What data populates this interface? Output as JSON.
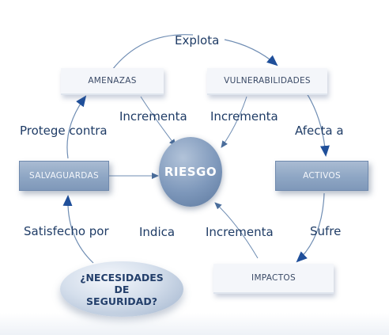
{
  "nodes": {
    "amenazas": "AMENAZAS",
    "vulnerabilidades": "VULNERABILIDADES",
    "salvaguardas": "SALVAGUARDAS",
    "activos": "ACTIVOS",
    "impactos": "IMPACTOS",
    "riesgo": "RIESGO",
    "necesidades_line1": "¿NECESIDADES",
    "necesidades_line2": "DE",
    "necesidades_line3": "SEGURIDAD?"
  },
  "edges": {
    "explota": "Explota",
    "incrementa_amenazas": "Incrementa",
    "incrementa_vulnerabilidades": "Incrementa",
    "afecta_a": "Afecta a",
    "protege_contra": "Protege contra",
    "satisfecho_por": "Satisfecho por",
    "indica": "Indica",
    "incrementa_impactos": "Incrementa",
    "sufre": "Sufre"
  },
  "colors": {
    "text": "#1f3c66",
    "arrow": "#6f8db3",
    "arrowhead": "#1f4f9a"
  }
}
